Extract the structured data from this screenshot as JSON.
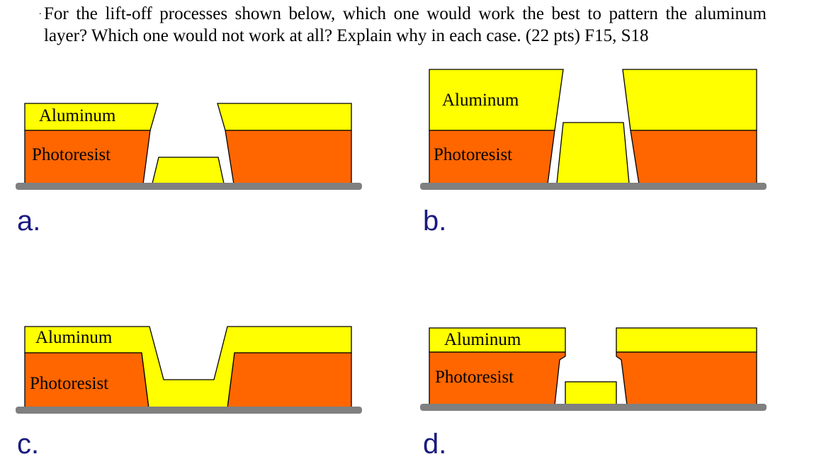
{
  "question": {
    "bullet": ".",
    "text": "For the lift-off processes shown below, which one would work the best to pattern the aluminum layer? Which one would not work at all? Explain why in each case. (22 pts) F15, S18"
  },
  "colors": {
    "aluminum": "#ffff00",
    "photoresist": "#ff6600",
    "substrate": "#808080",
    "outline": "#000000",
    "panel_letter": "#1a1a80"
  },
  "diagrams": [
    {
      "letter": "a.",
      "aluminum_label": "Aluminum",
      "photoresist_label": "Photoresist"
    },
    {
      "letter": "b.",
      "aluminum_label": "Aluminum",
      "photoresist_label": "Photoresist"
    },
    {
      "letter": "c.",
      "aluminum_label": "Aluminum",
      "photoresist_label": "Photoresist"
    },
    {
      "letter": "d.",
      "aluminum_label": "Aluminum",
      "photoresist_label": "Photoresist"
    }
  ]
}
